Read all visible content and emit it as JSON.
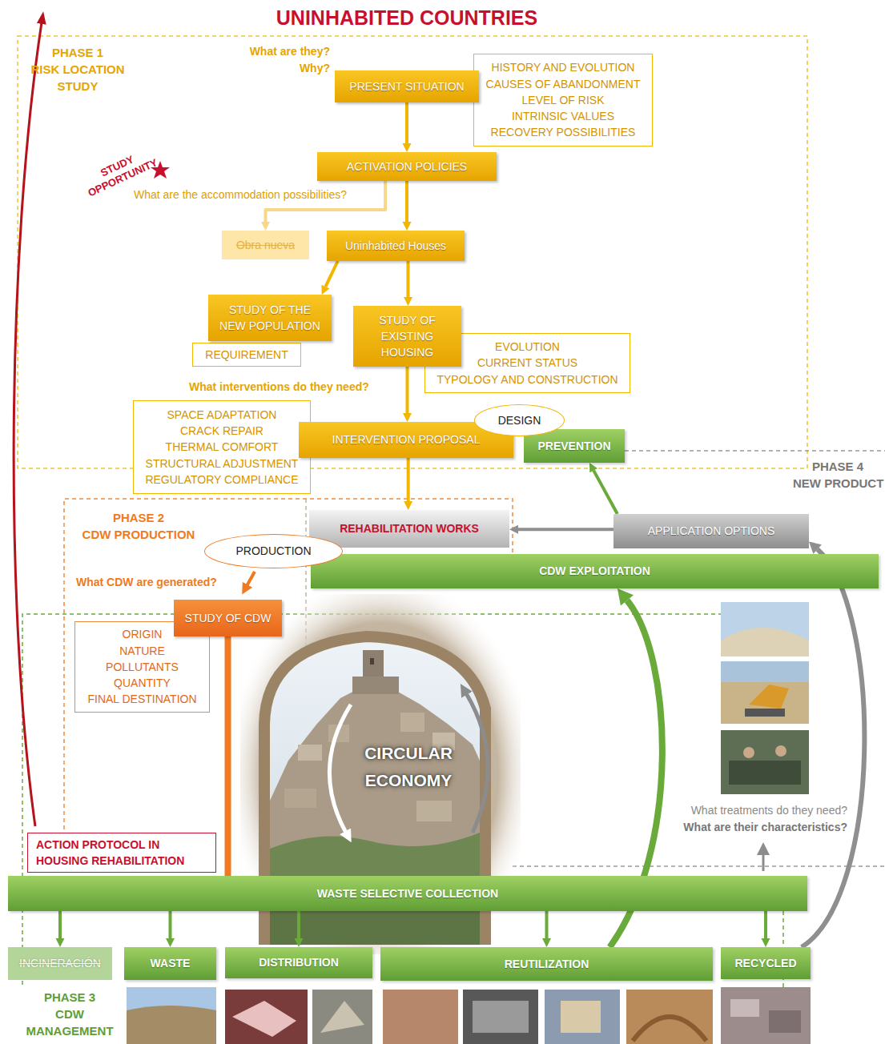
{
  "diagram": {
    "title": "UNINHABITED COUNTRIES",
    "nodes": [
      {
        "text": [
          "PRESENT SITUATION"
        ]
      },
      {
        "text": [
          "HISTORY AND EVOLUTION",
          "CAUSES OF ABANDONMENT",
          "LEVEL OF RISK",
          "INTRINSIC VALUES",
          "RECOVERY POSSIBILITIES"
        ]
      },
      {
        "text": [
          "ACTIVATION POLICIES"
        ]
      },
      {
        "text": [
          "Obra nueva"
        ]
      },
      {
        "text": [
          "Uninhabited Houses"
        ]
      },
      {
        "text": [
          "STUDY OF THE NEW POPULATION"
        ]
      },
      {
        "text": [
          "REQUIREMENT"
        ]
      },
      {
        "text": [
          "STUDY OF EXISTING HOUSING"
        ]
      },
      {
        "text": [
          "EVOLUTION",
          "CURRENT STATUS",
          "TYPOLOGY AND CONSTRUCTION"
        ]
      },
      {
        "text": [
          "INTERVENTION PROPOSAL"
        ]
      },
      {
        "text": [
          "SPACE ADAPTATION",
          "CRACK REPAIR",
          "THERMAL COMFORT",
          "STRUCTURAL ADJUSTMENT",
          "REGULATORY COMPLIANCE"
        ]
      },
      {
        "text": [
          "DESIGN"
        ]
      },
      {
        "text": [
          "PREVENTION"
        ]
      },
      {
        "text": [
          "REHABILITATION WORKS"
        ]
      },
      {
        "text": [
          "APPLICATION OPTIONS"
        ]
      },
      {
        "text": [
          "CDW EXPLOITATION"
        ]
      },
      {
        "text": [
          "PRODUCTION"
        ]
      },
      {
        "text": [
          "STUDY OF CDW"
        ]
      },
      {
        "text": [
          "ORIGIN",
          "NATURE",
          "POLLUTANTS",
          "QUANTITY",
          "FINAL DESTINATION"
        ]
      },
      {
        "text": [
          "ACTION PROTOCOL IN HOUSING REHABILITATION"
        ]
      },
      {
        "text": [
          "WASTE SELECTIVE COLLECTION"
        ]
      },
      {
        "text": [
          "INCINERACIÓN"
        ]
      },
      {
        "text": [
          "WASTE"
        ]
      },
      {
        "text": [
          "DISTRIBUTION"
        ]
      },
      {
        "text": [
          "REUTILIZATION"
        ]
      },
      {
        "text": [
          "RECYCLED"
        ]
      }
    ],
    "edges": [
      {
        "from": 0,
        "to": 2,
        "arrow": "to"
      },
      {
        "from": 2,
        "to": 4,
        "arrow": "to"
      },
      {
        "from": 2,
        "to": 3,
        "arrow": "to"
      },
      {
        "from": 4,
        "to": 5,
        "arrow": "to"
      },
      {
        "from": 4,
        "to": 7,
        "arrow": "to"
      },
      {
        "from": 7,
        "to": 9,
        "arrow": "to"
      },
      {
        "from": 9,
        "to": 13,
        "arrow": "to"
      },
      {
        "from": 14,
        "to": 13,
        "arrow": "to"
      },
      {
        "from": 14,
        "to": 12,
        "arrow": "to"
      },
      {
        "from": 17,
        "to": 20,
        "arrow": "none"
      },
      {
        "from": 20,
        "to": 21,
        "arrow": "to"
      },
      {
        "from": 20,
        "to": 22,
        "arrow": "to"
      },
      {
        "from": 20,
        "to": 23,
        "arrow": "to"
      },
      {
        "from": 20,
        "to": 24,
        "arrow": "to"
      },
      {
        "from": 20,
        "to": 25,
        "arrow": "to"
      },
      {
        "from": 24,
        "to": 15,
        "arrow": "to"
      },
      {
        "from": 25,
        "to": 14,
        "arrow": "to"
      }
    ],
    "labels": [
      "PHASE 1",
      "RISK LOCATION STUDY",
      "What are they?",
      "Why?",
      "STUDY OPPORTUNITY",
      "What are the accommodation possibilities?",
      "What interventions do they need?",
      "PHASE 4",
      "NEW PRODUCT",
      "PHASE 2",
      "CDW PRODUCTION",
      "What CDW are generated?",
      "CIRCULAR ECONOMY",
      "What treatments do they need?",
      "What are their characteristics?",
      "PHASE 3",
      "CDW MANAGEMENT"
    ]
  }
}
